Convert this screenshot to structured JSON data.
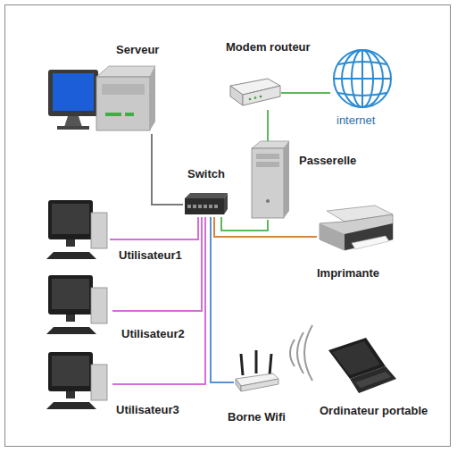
{
  "diagram": {
    "nodes": [
      {
        "text": [
          "Serveur"
        ]
      },
      {
        "text": [
          "Modem routeur"
        ]
      },
      {
        "text": [
          "internet"
        ]
      },
      {
        "text": [
          "Switch"
        ]
      },
      {
        "text": [
          "Passerelle"
        ]
      },
      {
        "text": [
          "Utilisateur1"
        ]
      },
      {
        "text": [
          "Utilisateur2"
        ]
      },
      {
        "text": [
          "Utilisateur3"
        ]
      },
      {
        "text": [
          "Imprimante"
        ]
      },
      {
        "text": [
          "Borne Wifi"
        ]
      },
      {
        "text": [
          "Ordinateur portable"
        ]
      }
    ],
    "edges": [
      {
        "from": 0,
        "to": 3,
        "arrow": "none"
      },
      {
        "from": 1,
        "to": 2,
        "arrow": "none"
      },
      {
        "from": 1,
        "to": 4,
        "arrow": "none"
      },
      {
        "from": 4,
        "to": 3,
        "arrow": "none"
      },
      {
        "from": 3,
        "to": 8,
        "arrow": "none"
      },
      {
        "from": 3,
        "to": 5,
        "arrow": "none"
      },
      {
        "from": 3,
        "to": 6,
        "arrow": "none"
      },
      {
        "from": 3,
        "to": 7,
        "arrow": "none"
      },
      {
        "from": 3,
        "to": 9,
        "arrow": "none"
      }
    ]
  }
}
